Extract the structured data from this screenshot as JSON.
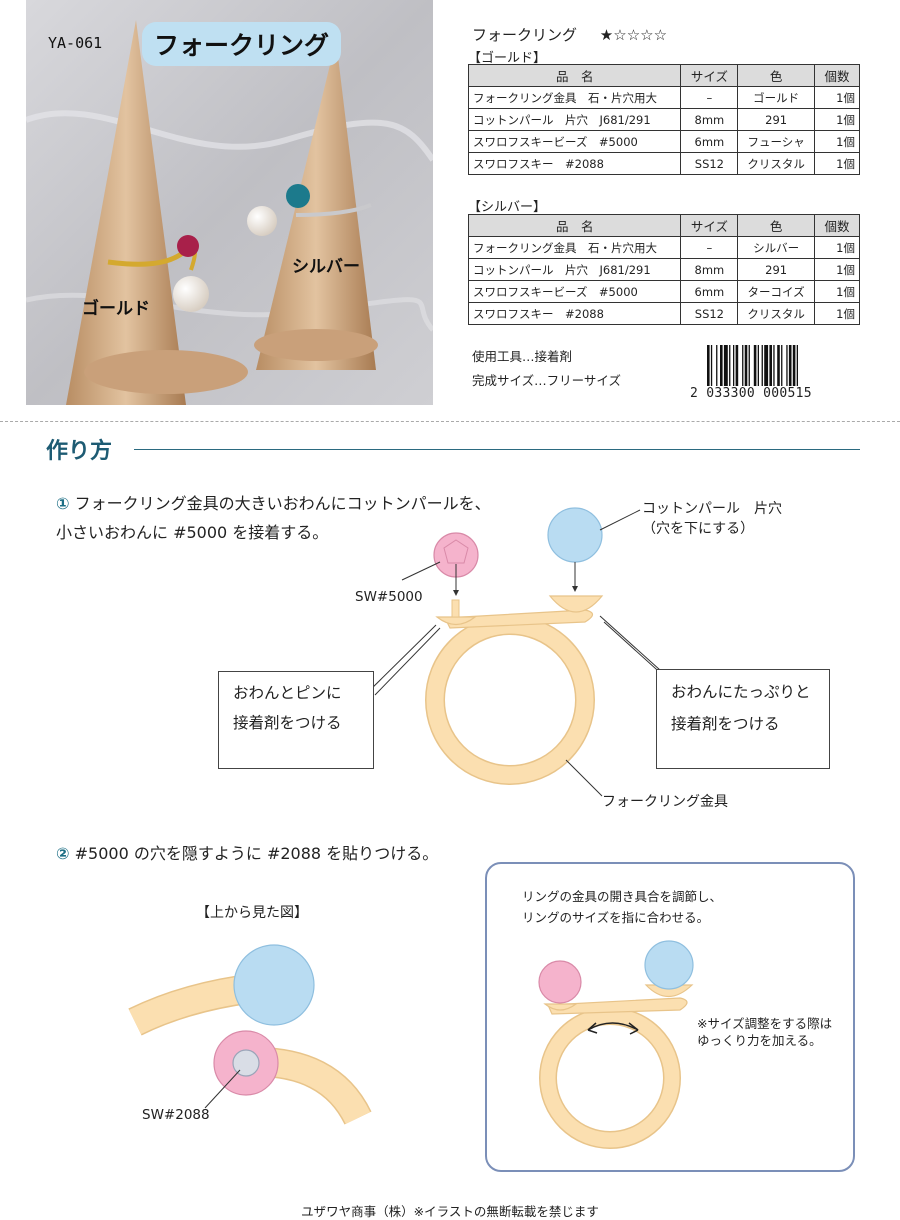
{
  "photo": {
    "code": "YA-061",
    "title": "フォークリング",
    "label_gold": "ゴールド",
    "label_silver": "シルバー"
  },
  "product": {
    "title": "フォークリング",
    "difficulty": "★☆☆☆☆"
  },
  "gold": {
    "section_label": "【ゴールド】",
    "headers": [
      "品　名",
      "サイズ",
      "色",
      "個数"
    ],
    "rows": [
      [
        "フォークリング金具　石・片穴用大",
        "–",
        "ゴールド",
        "1個"
      ],
      [
        "コットンパール　片穴　J681/291",
        "8mm",
        "291",
        "1個"
      ],
      [
        "スワロフスキービーズ　#5000",
        "6mm",
        "フューシャ",
        "1個"
      ],
      [
        "スワロフスキー　#2088",
        "SS12",
        "クリスタル",
        "1個"
      ]
    ]
  },
  "silver": {
    "section_label": "【シルバー】",
    "headers": [
      "品　名",
      "サイズ",
      "色",
      "個数"
    ],
    "rows": [
      [
        "フォークリング金具　石・片穴用大",
        "–",
        "シルバー",
        "1個"
      ],
      [
        "コットンパール　片穴　J681/291",
        "8mm",
        "291",
        "1個"
      ],
      [
        "スワロフスキービーズ　#5000",
        "6mm",
        "ターコイズ",
        "1個"
      ],
      [
        "スワロフスキー　#2088",
        "SS12",
        "クリスタル",
        "1個"
      ]
    ]
  },
  "info": {
    "tools": "使用工具…接着剤",
    "size": "完成サイズ…フリーサイズ"
  },
  "barcode": {
    "number": "2 033300 000515"
  },
  "howto": {
    "title": "作り方"
  },
  "step1": {
    "num": "①",
    "line1": "フォークリング金具の大きいおわんにコットンパールを、",
    "line2": "小さいおわんに #5000 を接着する。",
    "label_pearl_1": "コットンパール　片穴",
    "label_pearl_2": "（穴を下にする）",
    "label_sw5000": "SW#5000",
    "callout_left_1": "おわんとピンに",
    "callout_left_2": "接着剤をつける",
    "callout_right_1": "おわんにたっぷりと",
    "callout_right_2": "接着剤をつける",
    "label_ring": "フォークリング金具"
  },
  "step2": {
    "num": "②",
    "text": "#5000 の穴を隠すように #2088 を貼りつける。",
    "top_view": "【上から見た図】",
    "label_sw2088": "SW#2088"
  },
  "adjust": {
    "line1": "リングの金具の開き具合を調節し、",
    "line2": "リングのサイズを指に合わせる。",
    "note1": "※サイズ調整をする際は",
    "note2": "ゆっくり力を加える。"
  },
  "footer": {
    "text": "ユザワヤ商事（株）※イラストの無断転載を禁じます"
  },
  "colors": {
    "ring": "#fbdfb0",
    "ring_stroke": "#e8c48a",
    "pearl_blue": "#b9dcf2",
    "bead_pink": "#f5b3cc",
    "accent": "#1d5b73"
  }
}
